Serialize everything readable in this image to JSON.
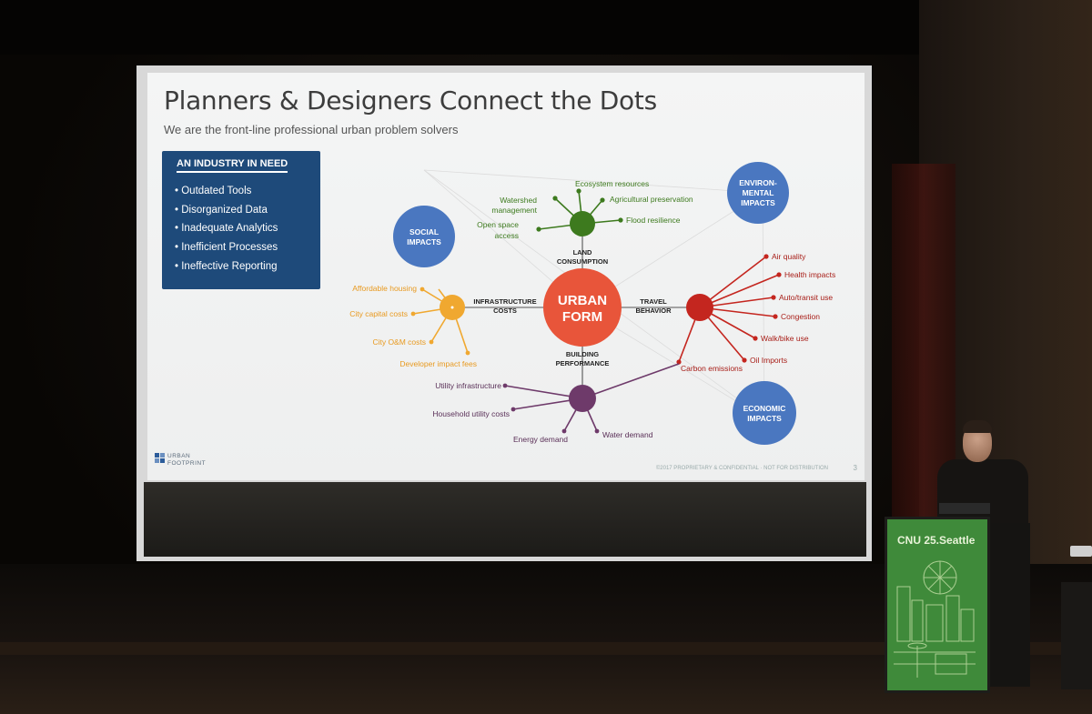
{
  "slide": {
    "title": "Planners & Designers Connect the Dots",
    "subtitle": "We are the front-line professional urban problem solvers",
    "need_box": {
      "heading": "AN INDUSTRY IN NEED",
      "items": [
        "Outdated Tools",
        "Disorganized Data",
        "Inadequate Analytics",
        "Inefficient Processes",
        "Ineffective Reporting"
      ]
    },
    "center": {
      "line1": "URBAN",
      "line2": "FORM"
    },
    "impacts": {
      "social": [
        "SOCIAL",
        "IMPACTS"
      ],
      "environmental": [
        "ENVIRON-",
        "MENTAL",
        "IMPACTS"
      ],
      "economic": [
        "ECONOMIC",
        "IMPACTS"
      ]
    },
    "hubs": {
      "land": [
        "LAND",
        "CONSUMPTION"
      ],
      "infra": [
        "INFRASTRUCTURE",
        "COSTS"
      ],
      "travel": [
        "TRAVEL",
        "BEHAVIOR"
      ],
      "building": [
        "BUILDING",
        "PERFORMANCE"
      ]
    },
    "land_items": {
      "ecosystem": "Ecosystem resources",
      "agricultural": "Agricultural preservation",
      "flood": "Flood resilience",
      "watershed": [
        "Watershed",
        "management"
      ],
      "open_space": [
        "Open space",
        "access"
      ]
    },
    "infra_items": [
      "Affordable housing",
      "City capital costs",
      "City O&M costs",
      "Developer impact fees"
    ],
    "travel_items": [
      "Air quality",
      "Health impacts",
      "Auto/transit use",
      "Congestion",
      "Walk/bike use",
      "Oil Imports",
      "Carbon emissions"
    ],
    "building_items": [
      "Utility infrastructure",
      "Household utility costs",
      "Energy demand",
      "Water demand"
    ],
    "logo": [
      "URBAN",
      "FOOTPRINT"
    ],
    "footer": "©2017 PROPRIETARY & CONFIDENTIAL · NOT FOR DISTRIBUTION",
    "page_number": "3"
  },
  "podium": {
    "sign": "CNU 25.Seattle"
  },
  "colors": {
    "urban_form": "#e8553a",
    "land": "#3d7a1e",
    "infra": "#f0a830",
    "travel": "#c4261f",
    "building": "#6e3a6a",
    "impact_circle": "#4a77c0",
    "need_box": "#1e4a7a",
    "podium": "#3f8a3a"
  }
}
